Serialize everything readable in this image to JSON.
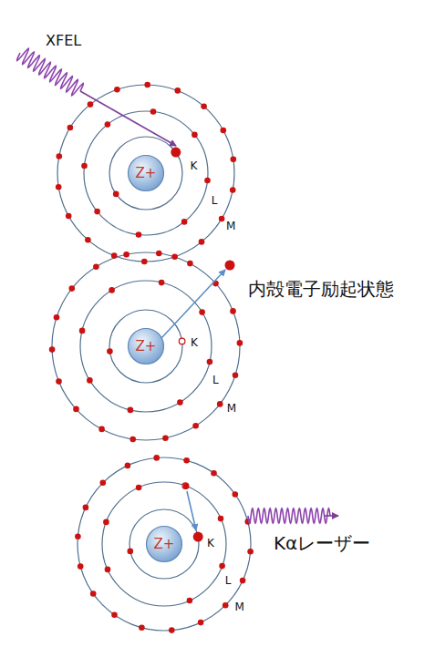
{
  "diagram": {
    "nodes": [
      {
        "text": [
          "Z+"
        ]
      },
      {
        "text": [
          "Z+"
        ]
      },
      {
        "text": [
          "Z+"
        ]
      }
    ],
    "labels": [
      "XFEL",
      "K",
      "L",
      "M",
      "内殻電子励起状態",
      "K",
      "L",
      "M",
      "Kαレーザー",
      "K",
      "L",
      "M"
    ]
  }
}
